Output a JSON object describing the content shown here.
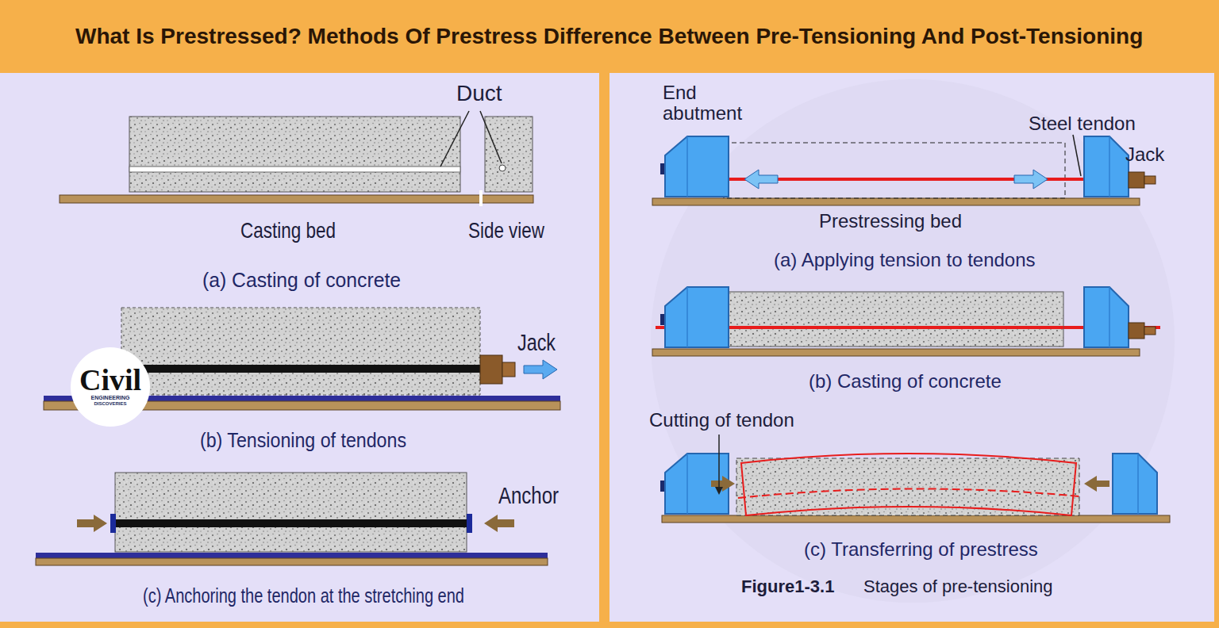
{
  "diagram": {
    "title": "What Is Prestressed? Methods Of Prestress Difference Between Pre-Tensioning And Post-Tensioning",
    "nodes": [
      {
        "text": [
          "Civil",
          "ENGINEERING",
          "DISCOVERIES"
        ]
      }
    ],
    "labels": [
      "Duct",
      "Casting bed",
      "Side view",
      "(a) Casting of concrete",
      "Jack",
      "(b) Tensioning of tendons",
      "Anchor",
      "(c) Anchoring the tendon at the stretching end",
      "End abutment",
      "Steel tendon",
      "Jack",
      "Prestressing bed",
      "(a) Applying tension to tendons",
      "(b) Casting of concrete",
      "Cutting of tendon",
      "(c) Transferring of prestress",
      "Figure1-3.1",
      "Stages of pre-tensioning"
    ]
  }
}
